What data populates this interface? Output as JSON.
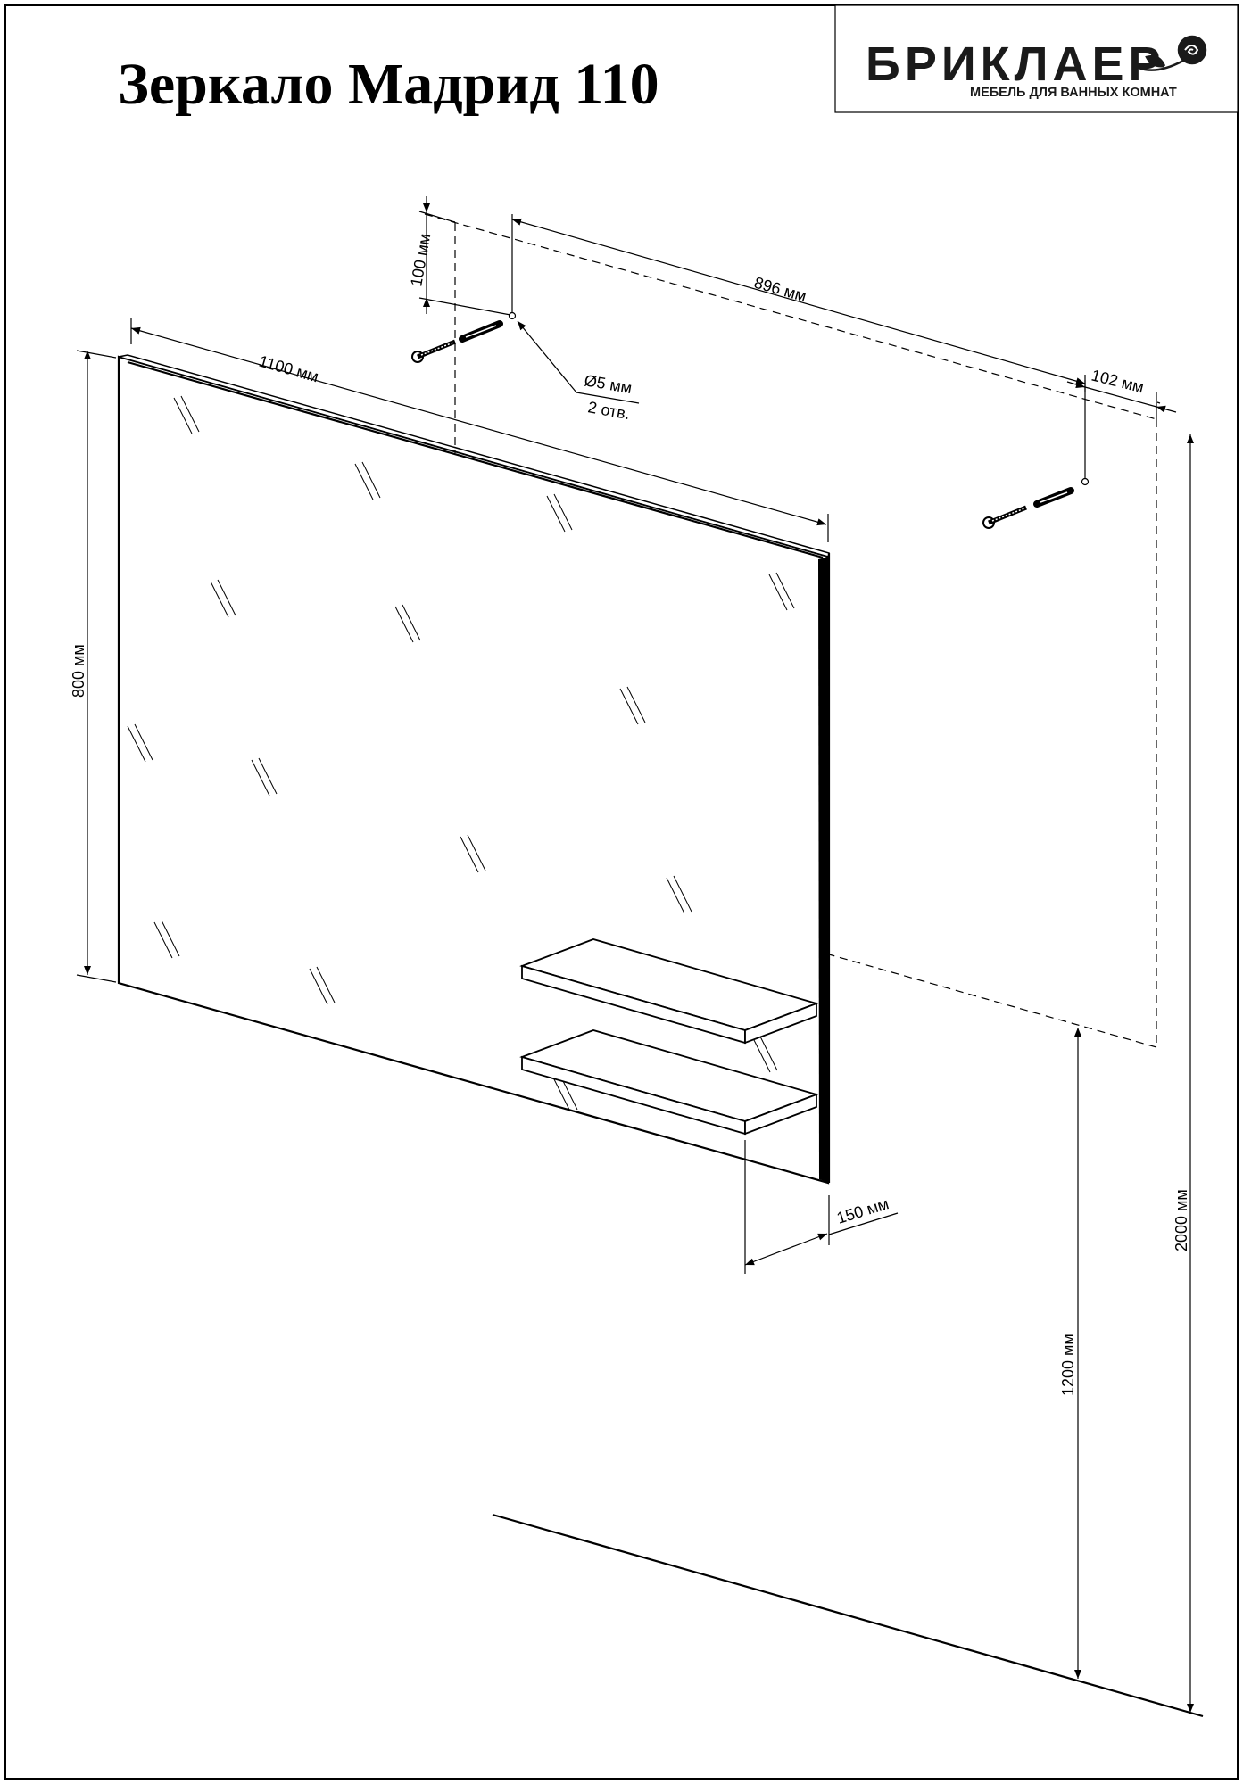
{
  "title": "Зеркало Мадрид 110",
  "brand": {
    "name": "БРИКЛАЕР",
    "tagline": "МЕБЕЛЬ ДЛЯ ВАННЫХ КОМНАТ",
    "logo_icon": "rose-icon"
  },
  "dimensions": {
    "width": "1100 мм",
    "height": "800 мм",
    "hole_spacing": "896 мм",
    "hole_from_top": "100 мм",
    "hole_from_edge": "102 мм",
    "hole_diameter": "Ø5 мм",
    "hole_count": "2 отв.",
    "shelf_depth": "150 мм",
    "mount_height": "1200 мм",
    "total_height": "2000 мм"
  }
}
